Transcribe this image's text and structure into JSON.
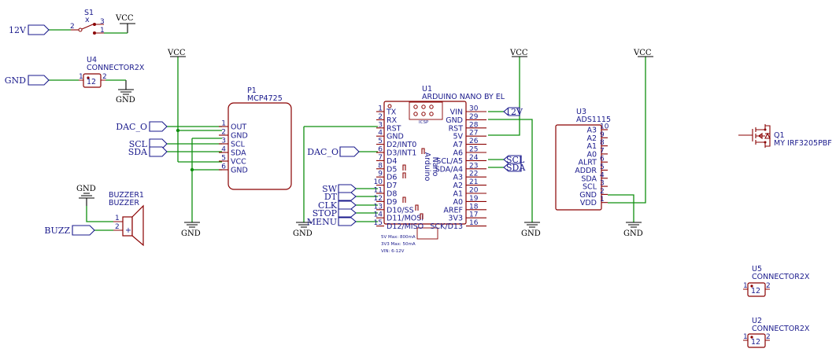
{
  "power": {
    "vcc": "VCC",
    "gnd": "GND"
  },
  "global_labels": {
    "v12": "12V",
    "gnd": "GND",
    "dac_o": "DAC_O",
    "scl": "SCL",
    "sda": "SDA",
    "buzz": "BUZZ",
    "sw": "SW",
    "dt": "DT",
    "clk": "CLK",
    "stop": "STOP",
    "menu": "MENU"
  },
  "s1": {
    "ref": "S1",
    "value": "x",
    "pins": [
      "1",
      "2",
      "3"
    ]
  },
  "u4": {
    "ref": "U4",
    "value": "CONNECTOR2X",
    "inner": "12",
    "pins": [
      "1",
      "2"
    ]
  },
  "u5": {
    "ref": "U5",
    "value": "CONNECTOR2X",
    "inner": "12",
    "pins": [
      "1",
      "2"
    ]
  },
  "u2": {
    "ref": "U2",
    "value": "CONNECTOR2X",
    "inner": "12",
    "pins": [
      "1",
      "2"
    ]
  },
  "p1": {
    "ref": "P1",
    "value": "MCP4725",
    "pins": [
      {
        "num": "1",
        "name": "OUT"
      },
      {
        "num": "2",
        "name": "GND"
      },
      {
        "num": "3",
        "name": "SCL"
      },
      {
        "num": "4",
        "name": "SDA"
      },
      {
        "num": "5",
        "name": "VCC"
      },
      {
        "num": "6",
        "name": "GND"
      }
    ]
  },
  "buzzer": {
    "ref": "BUZZER1",
    "value": "BUZZER",
    "pins": [
      "1",
      "2"
    ],
    "plus": "+"
  },
  "u1": {
    "ref": "U1",
    "value": "ARDUINO NANO BY EL",
    "icsp": "ICSP",
    "brand": "Arduino",
    "model": "Nano",
    "notes": [
      "5V Max: 800mA",
      "3V3 Max: 50mA",
      "VIN: 6-12V"
    ],
    "left": [
      {
        "num": "1",
        "name": "TX"
      },
      {
        "num": "2",
        "name": "RX"
      },
      {
        "num": "3",
        "name": "RST"
      },
      {
        "num": "4",
        "name": "GND"
      },
      {
        "num": "5",
        "name": "D2/INT0"
      },
      {
        "num": "6",
        "name": "D3/INT1"
      },
      {
        "num": "7",
        "name": "D4"
      },
      {
        "num": "8",
        "name": "D5"
      },
      {
        "num": "9",
        "name": "D6"
      },
      {
        "num": "10",
        "name": "D7"
      },
      {
        "num": "11",
        "name": "D8"
      },
      {
        "num": "12",
        "name": "D9"
      },
      {
        "num": "13",
        "name": "D10/SS"
      },
      {
        "num": "14",
        "name": "D11/MOSI"
      },
      {
        "num": "15",
        "name": "D12/MISO"
      }
    ],
    "right": [
      {
        "num": "30",
        "name": "VIN"
      },
      {
        "num": "29",
        "name": "GND"
      },
      {
        "num": "28",
        "name": "RST"
      },
      {
        "num": "27",
        "name": "5V"
      },
      {
        "num": "26",
        "name": "A7"
      },
      {
        "num": "25",
        "name": "A6"
      },
      {
        "num": "24",
        "name": "SCL/A5"
      },
      {
        "num": "23",
        "name": "SDA/A4"
      },
      {
        "num": "22",
        "name": "A3"
      },
      {
        "num": "21",
        "name": "A2"
      },
      {
        "num": "20",
        "name": "A1"
      },
      {
        "num": "19",
        "name": "A0"
      },
      {
        "num": "18",
        "name": "AREF"
      },
      {
        "num": "17",
        "name": "3V3"
      },
      {
        "num": "16",
        "name": "SCK/D13"
      }
    ]
  },
  "u3": {
    "ref": "U3",
    "value": "ADS1115",
    "pins": [
      {
        "num": "10",
        "name": "A3"
      },
      {
        "num": "9",
        "name": "A2"
      },
      {
        "num": "8",
        "name": "A1"
      },
      {
        "num": "7",
        "name": "A0"
      },
      {
        "num": "6",
        "name": "ALRT"
      },
      {
        "num": "5",
        "name": "ADDR"
      },
      {
        "num": "4",
        "name": "SDA"
      },
      {
        "num": "3",
        "name": "SCL"
      },
      {
        "num": "2",
        "name": "GND"
      },
      {
        "num": "1",
        "name": "VDD"
      }
    ]
  },
  "q1": {
    "ref": "Q1",
    "value": "MY IRF3205PBF"
  }
}
